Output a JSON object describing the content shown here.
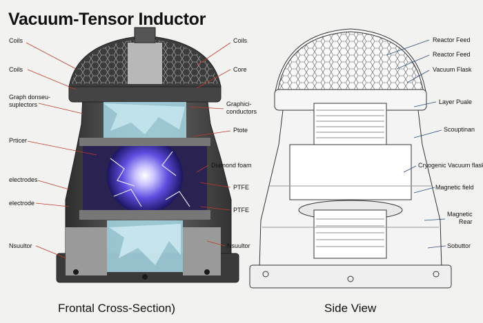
{
  "title": "Vacuum-Tensor Inductor",
  "captions": {
    "left": "Frontal Cross-Section)",
    "right": "Side View"
  },
  "left_labels_outer": [
    "Coils",
    "Coils",
    "Graph donseu-\nsuplectors",
    "Prticer",
    "electrodes",
    "electrode",
    "Nsuultor"
  ],
  "left_labels_inner": [
    "Coils",
    "Core",
    "Graphici-\nconductors",
    "Ptote",
    "Diamond foam",
    "PTFE",
    "PTFE",
    "Nsuultor"
  ],
  "right_labels": [
    "Reactor Feed",
    "Reactor Feed",
    "Vacuum Flask",
    "Layer Puale",
    "Scouptinan",
    "Cryogenic Vacuum flask",
    "Magnetic field",
    "Magnetic\nRear",
    "Sobuttor"
  ],
  "colors": {
    "background": "#f2f2f0",
    "metal": "#4a4a4a",
    "core_glow": "#7a6cff",
    "crystal": "#a8d8e8"
  }
}
